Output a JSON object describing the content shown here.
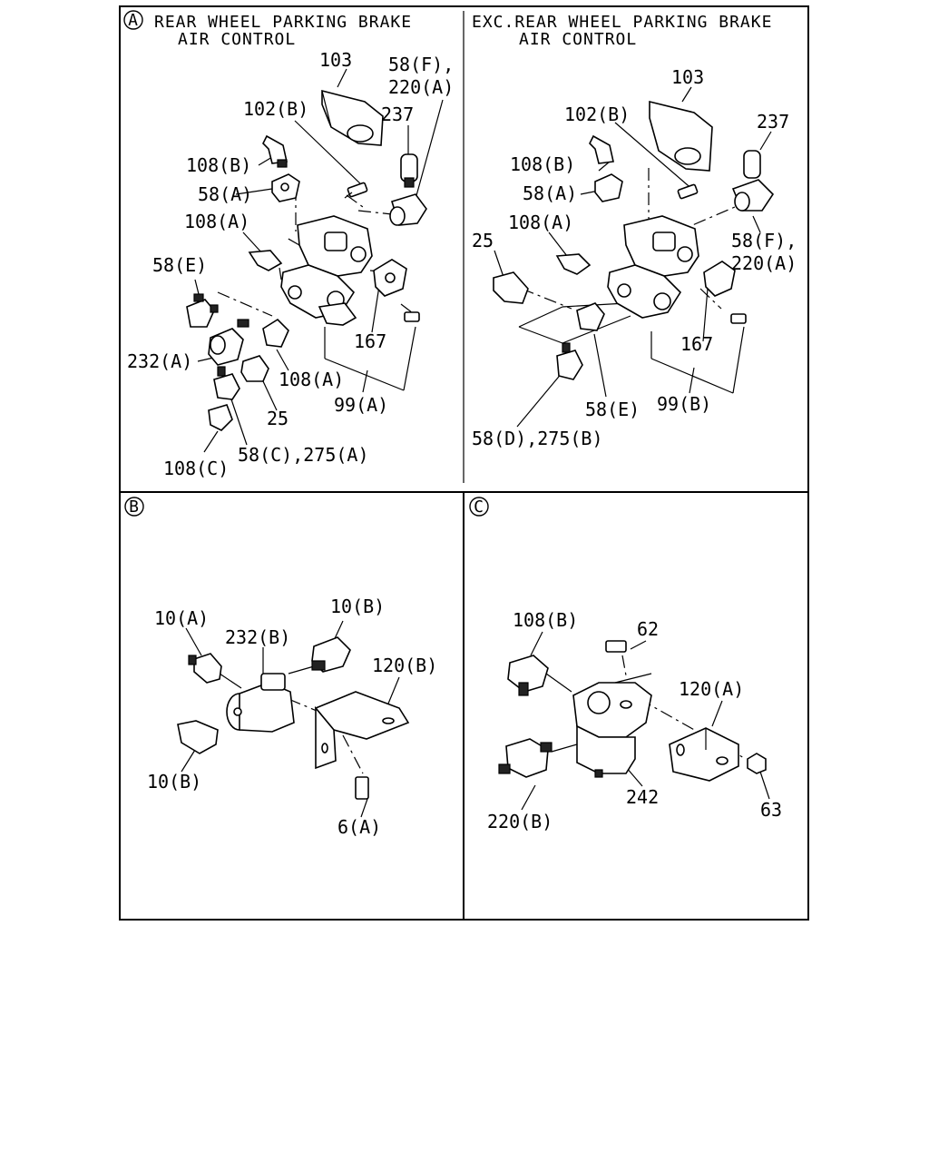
{
  "sections": {
    "a": {
      "badge": "A",
      "title_line1": "REAR WHEEL PARKING BRAKE",
      "title_line2": "AIR CONTROL",
      "labels": [
        "103",
        "58(F),",
        "220(A)",
        "102(B)",
        "237",
        "108(B)",
        "58(A)",
        "108(A)",
        "58(E)",
        "232(A)",
        "108(A)",
        "167",
        "99(A)",
        "25",
        "58(C),275(A)",
        "108(C)"
      ]
    },
    "a2": {
      "title_line1": "EXC.REAR WHEEL PARKING BRAKE",
      "title_line2": "AIR CONTROL",
      "labels": [
        "103",
        "102(B)",
        "237",
        "108(B)",
        "58(A)",
        "108(A)",
        "25",
        "58(F),",
        "220(A)",
        "167",
        "58(E)",
        "99(B)",
        "58(D),275(B)"
      ]
    },
    "b": {
      "badge": "B",
      "labels": [
        "10(A)",
        "232(B)",
        "10(B)",
        "120(B)",
        "10(B)",
        "6(A)"
      ]
    },
    "c": {
      "badge": "C",
      "labels": [
        "108(B)",
        "62",
        "120(A)",
        "242",
        "220(B)",
        "63"
      ]
    }
  }
}
